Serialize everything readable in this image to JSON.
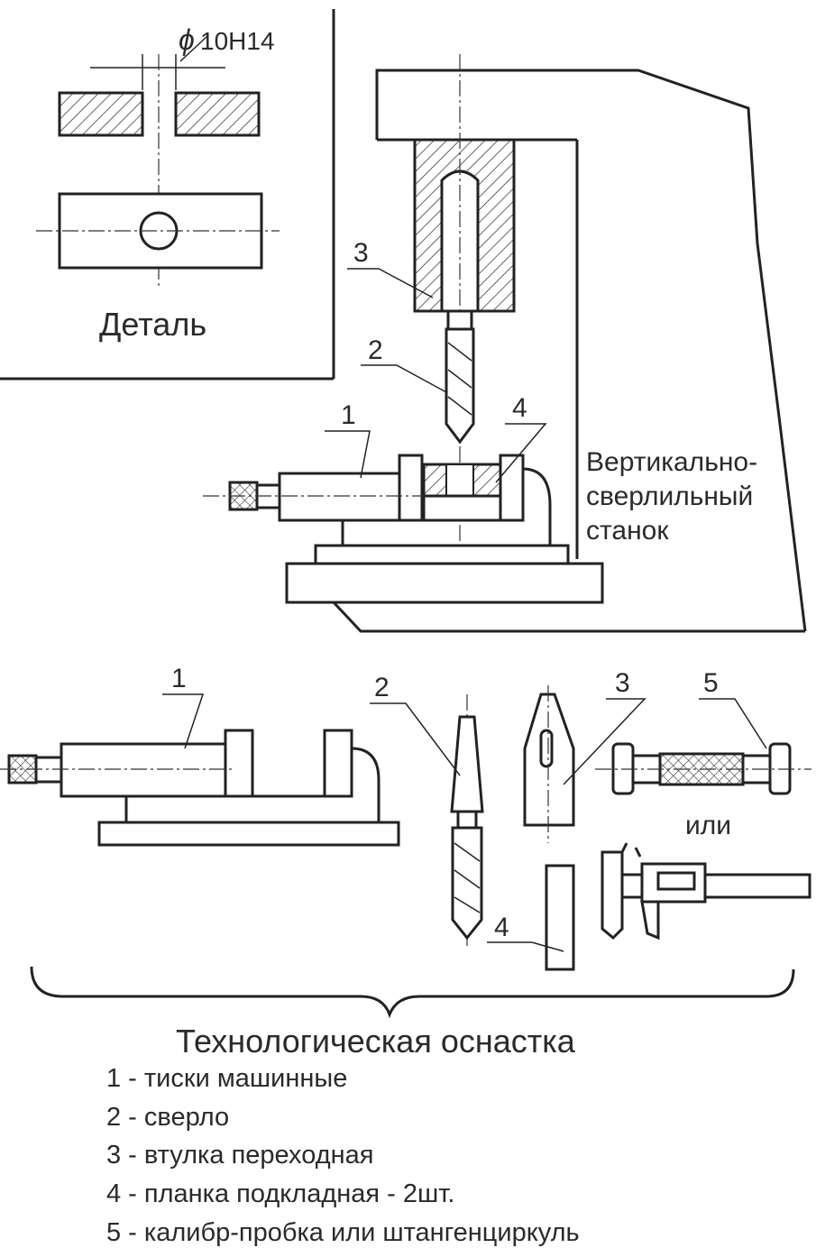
{
  "detail": {
    "dimension": "10H14",
    "dimension_symbol": "ϕ",
    "caption": "Деталь"
  },
  "machine": {
    "line1": "Вертикально-",
    "line2": "сверлильный",
    "line3": "станок"
  },
  "callouts": {
    "n1": "1",
    "n2": "2",
    "n3": "3",
    "n4": "4",
    "n5": "5"
  },
  "or_label": "или",
  "title": "Технологическая оснастка",
  "legend": [
    "1 - тиски машинные",
    "2 - сверло",
    "3 - втулка переходная",
    "4 - планка подкладная - 2шт.",
    "5 - калибр-пробка или штангенциркуль"
  ]
}
